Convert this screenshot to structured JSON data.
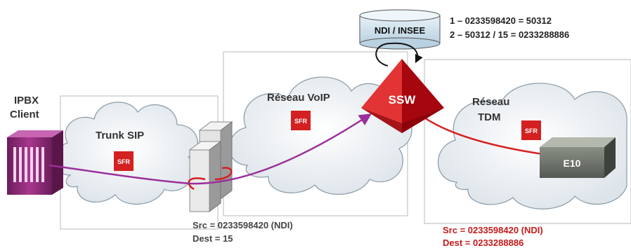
{
  "ipbx": {
    "line1": "IPBX",
    "line2": "Client"
  },
  "trunk": {
    "label": "Trunk SIP"
  },
  "voip": {
    "label": "Réseau VoIP"
  },
  "tdm": {
    "line1": "Réseau",
    "line2": "TDM"
  },
  "sfr_logo": "SFR",
  "ssw": {
    "label": "SSW"
  },
  "db": {
    "label": "NDI / INSEE"
  },
  "formula": {
    "line1": "1 – 0233598420 = 50312",
    "line2": "2 – 50312 / 15 = 0233288886"
  },
  "e10": {
    "label": "E10"
  },
  "src_left": {
    "line1": "Src = 0233598420 (NDI)",
    "line2": "Dest = 15"
  },
  "src_right": {
    "line1": "Src = 0233598420 (NDI)",
    "line2": "Dest = 0233288886"
  },
  "colors": {
    "purple": "#9b2f9b",
    "red": "#d81e1e",
    "sfr_red": "#d42020",
    "ssw_red": "#c40a12",
    "cloud_fill": "#eef2f5"
  }
}
